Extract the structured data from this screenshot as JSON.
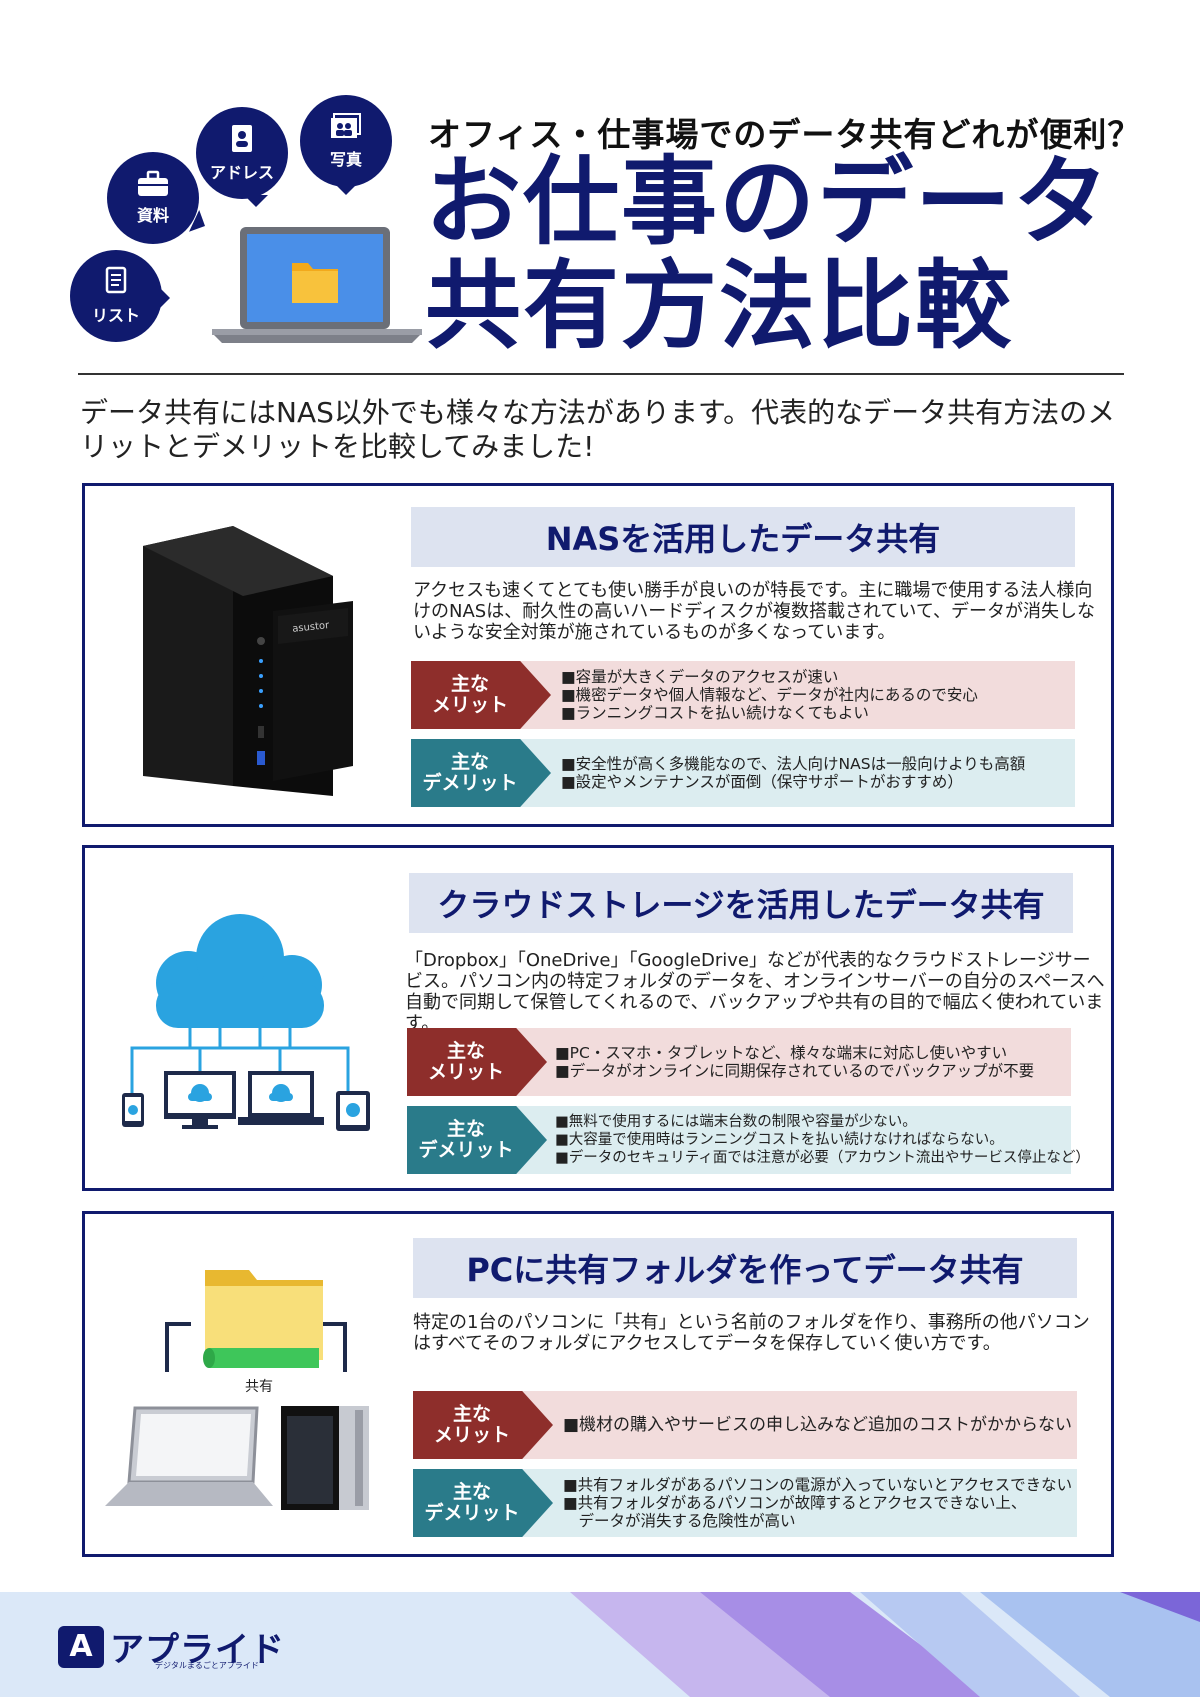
{
  "header": {
    "subtitle": "オフィス・仕事場でのデータ共有どれが便利？",
    "title_line1": "お仕事のデータ",
    "title_line2": "共有方法比較",
    "bubbles": [
      {
        "label": "リスト",
        "icon": "document-icon"
      },
      {
        "label": "資料",
        "icon": "briefcase-icon"
      },
      {
        "label": "アドレス",
        "icon": "address-book-icon"
      },
      {
        "label": "写真",
        "icon": "photo-icon"
      }
    ]
  },
  "intro": "データ共有にはNAS以外でも様々な方法があります。代表的なデータ共有方法のメリットとデメリットを比較してみました!",
  "sections": [
    {
      "heading": "NASを活用したデータ共有",
      "description": "アクセスも速くてとても使い勝手が良いのが特長です。主に職場で使用する法人様向けのNASは、耐久性の高いハードディスクが複数搭載されていて、データが消失しないような安全対策が施されているものが多くなっています。",
      "image_text": "asustor",
      "merit_label_1": "主な",
      "merit_label_2": "メリット",
      "merits": [
        "■容量が大きくデータのアクセスが速い",
        "■機密データや個人情報など、データが社内にあるので安心",
        "■ランニングコストを払い続けなくてもよい"
      ],
      "demerit_label_1": "主な",
      "demerit_label_2": "デメリット",
      "demerits": [
        "■安全性が高く多機能なので、法人向けNASは一般向けよりも高額",
        "■設定やメンテナンスが面倒（保守サポートがおすすめ）"
      ]
    },
    {
      "heading": "クラウドストレージを活用したデータ共有",
      "description": "「Dropbox」「OneDrive」「GoogleDrive」などが代表的なクラウドストレージサービス。パソコン内の特定フォルダのデータを、オンラインサーバーの自分のスペースへ自動で同期して保管してくれるので、バックアップや共有の目的で幅広く使われています。",
      "merit_label_1": "主な",
      "merit_label_2": "メリット",
      "merits": [
        "■PC・スマホ・タブレットなど、様々な端末に対応し使いやすい",
        "■データがオンラインに同期保存されているのでバックアップが不要"
      ],
      "demerit_label_1": "主な",
      "demerit_label_2": "デメリット",
      "demerits": [
        "■無料で使用するには端末台数の制限や容量が少ない。",
        "■大容量で使用時はランニングコストを払い続けなければならない。",
        "■データのセキュリティ面では注意が必要（アカウント流出やサービス停止など）"
      ]
    },
    {
      "heading": "PCに共有フォルダを作ってデータ共有",
      "description": "特定の1台のパソコンに「共有」という名前のフォルダを作り、事務所の他パソコンはすべてそのフォルダにアクセスしてデータを保存していく使い方です。",
      "image_label": "共有",
      "merit_label_1": "主な",
      "merit_label_2": "メリット",
      "merits": [
        "■機材の購入やサービスの申し込みなど追加のコストがかからない"
      ],
      "demerit_label_1": "主な",
      "demerit_label_2": "デメリット",
      "demerits": [
        "■共有フォルダがあるパソコンの電源が入っていないとアクセスできない",
        "■共有フォルダがあるパソコンが故障するとアクセスできない上、",
        "　データが消失する危険性が高い"
      ]
    }
  ],
  "footer": {
    "logo_badge": "A",
    "logo_text": "アプライド",
    "logo_sub": "デジタルまるごとアプライド"
  },
  "colors": {
    "navy": "#101a6e",
    "merit": "#8e2e2b",
    "demerit": "#2a7b8a",
    "merit_band": "#f2dcdc",
    "demerit_band": "#dcedf0",
    "heading_band": "#dde3f0"
  }
}
